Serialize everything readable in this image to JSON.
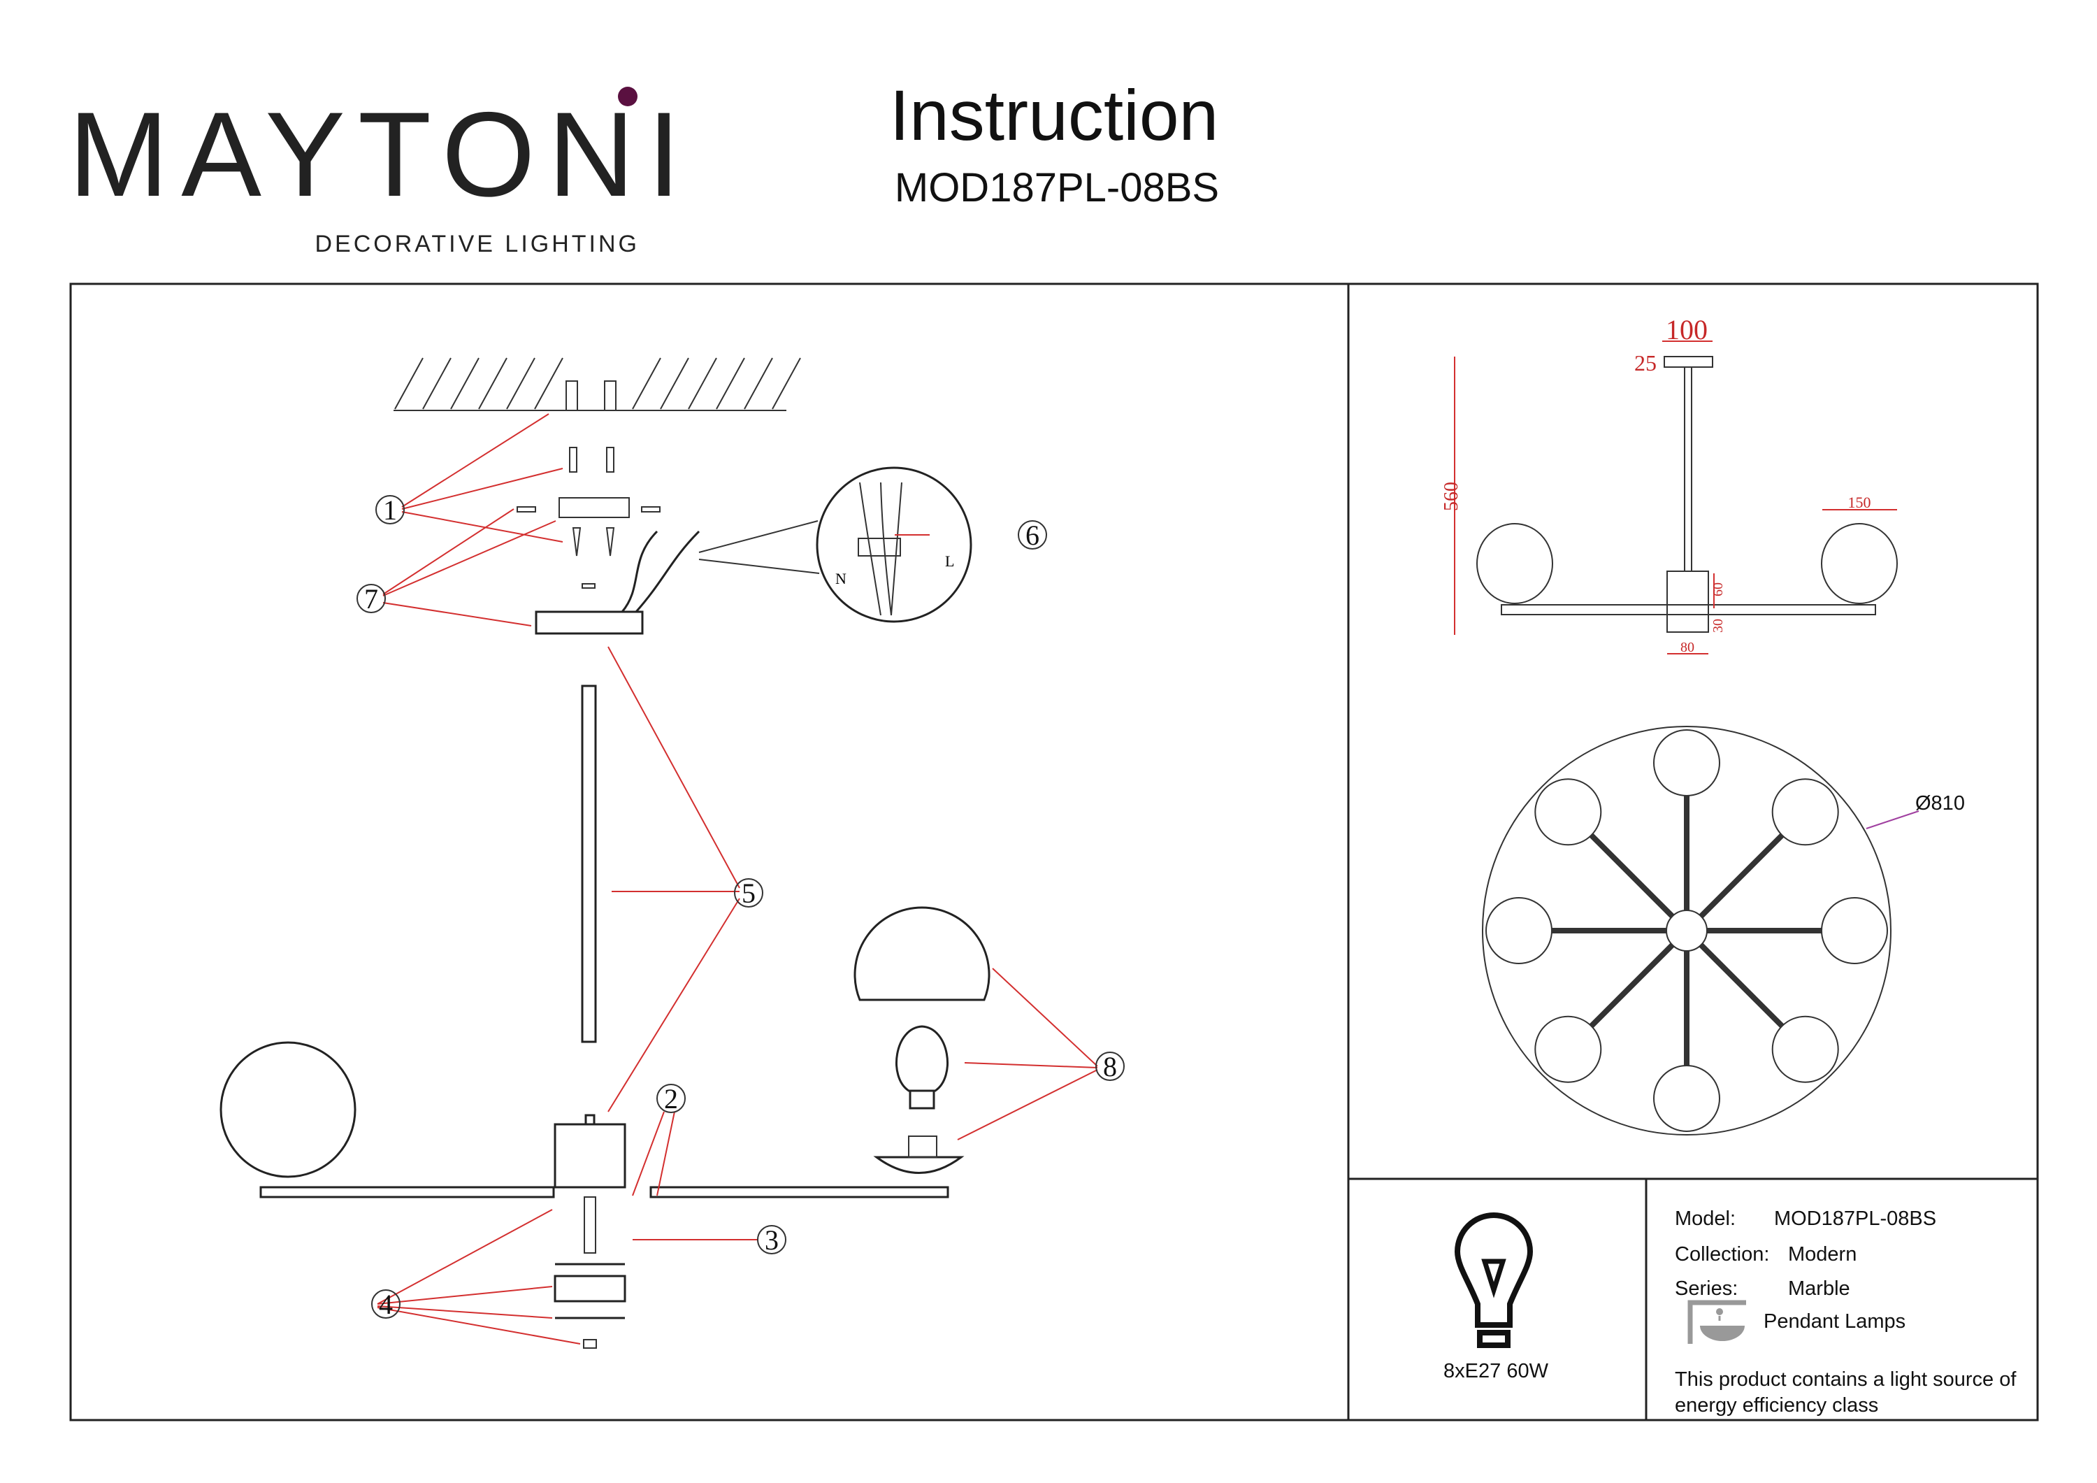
{
  "header": {
    "brand": "MAYTONI",
    "brand_tagline": "DECORATIVE LIGHTING",
    "title": "Instruction",
    "model_code": "MOD187PL-08BS"
  },
  "assembly": {
    "callouts": [
      "1",
      "2",
      "3",
      "4",
      "5",
      "6",
      "7",
      "8"
    ],
    "wiring_labels": {
      "neutral": "N",
      "live": "L"
    }
  },
  "dimensions": {
    "canopy_width": "100",
    "canopy_height": "25",
    "total_height": "560",
    "globe_diameter": "150",
    "body_height": "60",
    "body_lower": "30",
    "body_width": "80",
    "overall_diameter": "Ø810"
  },
  "bulb": {
    "spec": "8xE27 60W"
  },
  "info": {
    "model_label": "Model:",
    "model_value": "MOD187PL-08BS",
    "collection_label": "Collection:",
    "collection_value": "Modern",
    "series_label": "Series:",
    "series_value": "Marble",
    "type": "Pendant Lamps",
    "energy_line1": "This product contains a light source of",
    "energy_line2": "energy efficiency class"
  },
  "colors": {
    "brand_dot": "#5a1040",
    "dimension": "#c62828",
    "callout_arrow": "#d32f2f"
  }
}
